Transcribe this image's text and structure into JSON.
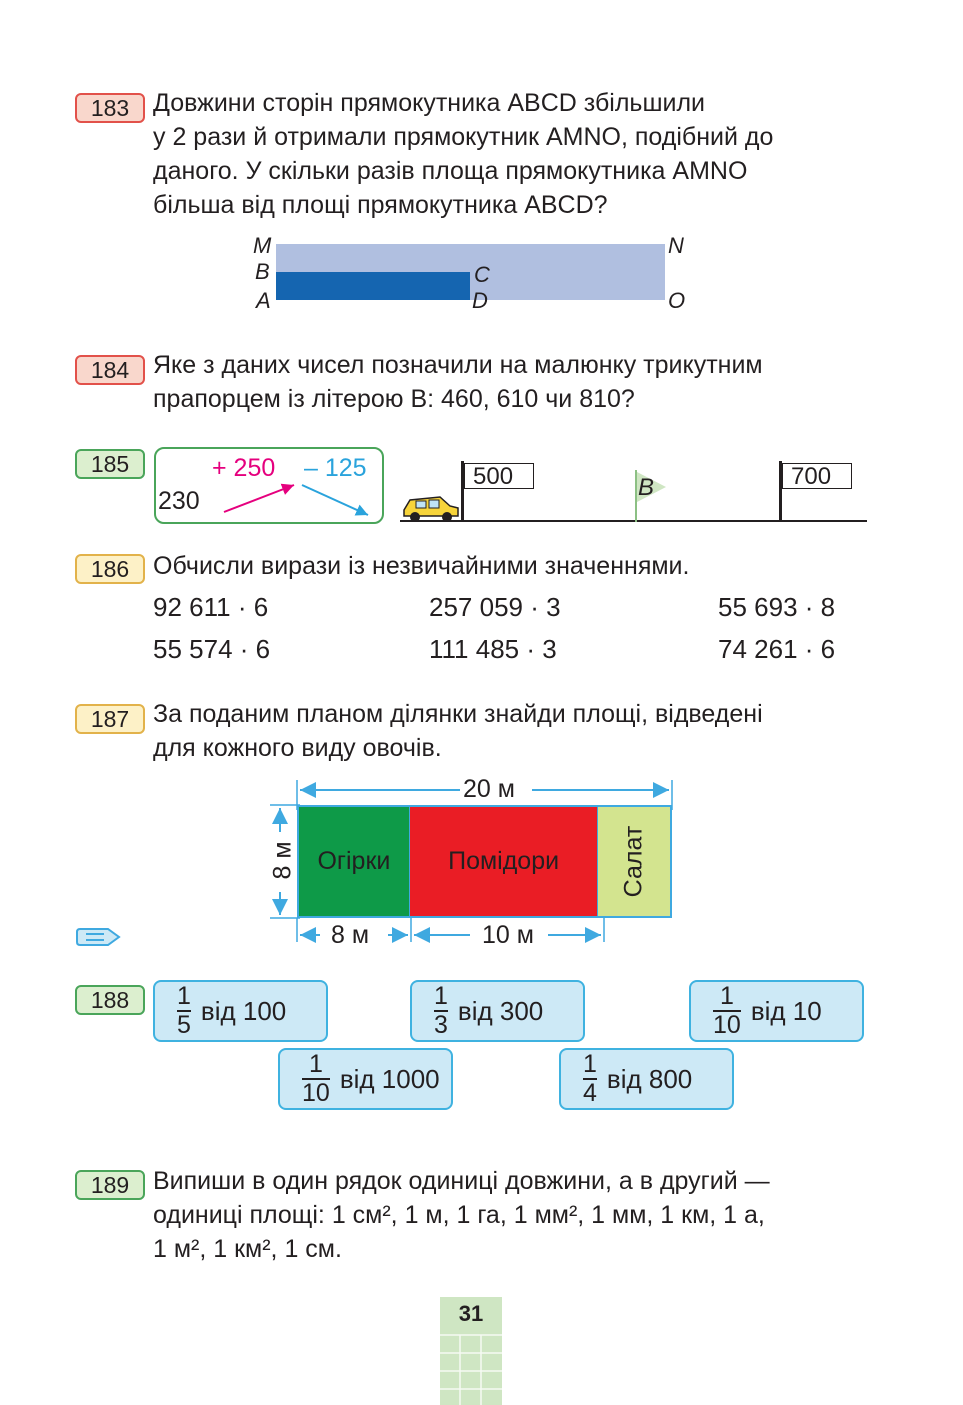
{
  "exercises": {
    "e183": {
      "number": "183",
      "lines": [
        "Довжини сторін прямокутника ABCD збільшили",
        "у 2 рази й отримали прямокутник AMNO, подібний до",
        "даного. У скільки разів площа прямокутника AMNO",
        "більша від площі прямокутника ABCD?"
      ],
      "labels": {
        "M": "M",
        "B": "B",
        "A": "A",
        "C": "C",
        "D": "D",
        "N": "N",
        "O": "O"
      },
      "colors": {
        "big": "#b0bfe0",
        "small": "#1565b0"
      }
    },
    "e184": {
      "number": "184",
      "lines": [
        "Яке з даних чисел позначили на малюнку трикутним",
        "прапорцем із літерою B: 460, 610 чи 810?"
      ]
    },
    "e185": {
      "number": "185",
      "start": "230",
      "op1": "+ 250",
      "op2": "– 125",
      "flag1": "500",
      "flag2": "700",
      "flag_letter": "B"
    },
    "e186": {
      "number": "186",
      "prompt": "Обчисли вирази із незвичайними значеннями.",
      "expressions": [
        "92 611 · 6",
        "257 059 · 3",
        "55 693 · 8",
        "55 574 · 6",
        "111 485 · 3",
        "74 261 · 6"
      ]
    },
    "e187": {
      "number": "187",
      "lines": [
        "За поданим планом ділянки знайди площі, відведені",
        "для кожного виду овочів."
      ],
      "plan": {
        "total_length": "20 м",
        "height": "8 м",
        "seg1_length": "8 м",
        "seg2_length": "10 м",
        "seg1_label": "Огірки",
        "seg2_label": "Помідори",
        "seg3_label": "Салат",
        "colors": {
          "seg1": "#0e9a48",
          "seg2": "#ea1d25",
          "seg3": "#d3e48f",
          "dim": "#3fa9e0"
        }
      }
    },
    "e188": {
      "number": "188",
      "items": [
        {
          "num": "1",
          "den": "5",
          "text": "від 100"
        },
        {
          "num": "1",
          "den": "3",
          "text": "від 300"
        },
        {
          "num": "1",
          "den": "10",
          "text": "від 10"
        },
        {
          "num": "1",
          "den": "10",
          "text": "від 1000"
        },
        {
          "num": "1",
          "den": "4",
          "text": "від 800"
        }
      ]
    },
    "e189": {
      "number": "189",
      "line1": "Випиши в один рядок одиниці довжини, а в другий —",
      "line2": "одиниці площі: 1 см², 1 м, 1 га, 1 мм², 1 мм, 1 км, 1 а,",
      "line3": "1 м², 1 км², 1 см."
    }
  },
  "page_number": "31"
}
